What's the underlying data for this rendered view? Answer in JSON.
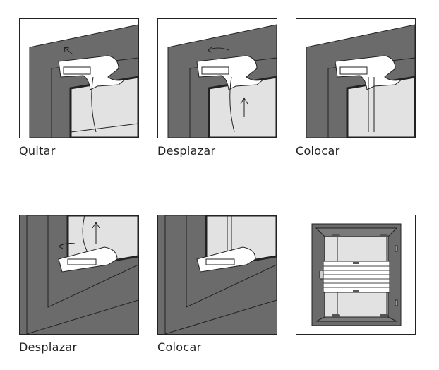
{
  "steps": [
    {
      "label": "Quitar"
    },
    {
      "label": "Desplazar"
    },
    {
      "label": "Colocar"
    },
    {
      "label": "Desplazar"
    },
    {
      "label": "Colocar"
    }
  ],
  "colors": {
    "frame": "#6b6b6b",
    "glass": "#e2e2e2",
    "outline": "#222222"
  }
}
